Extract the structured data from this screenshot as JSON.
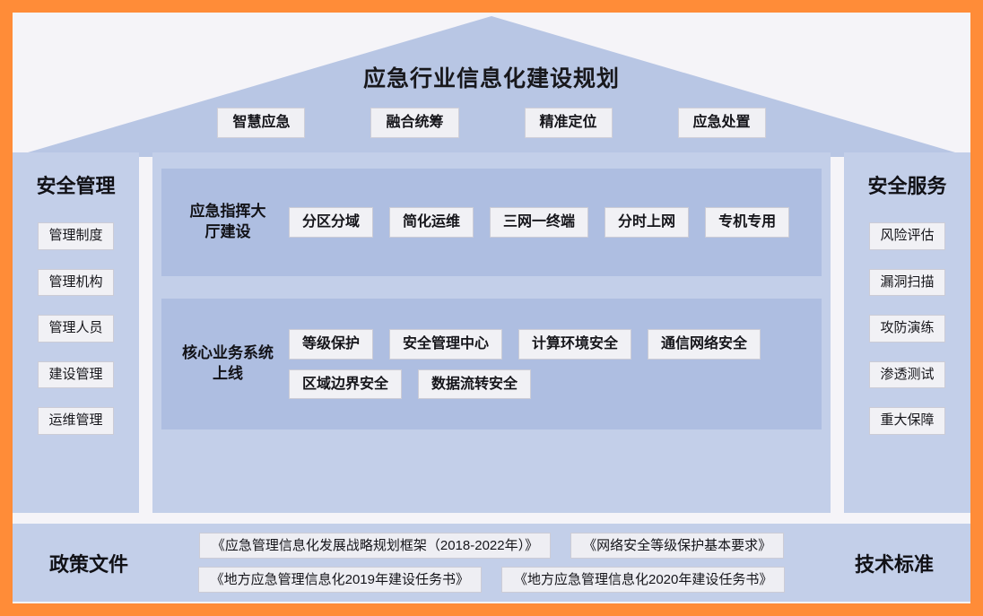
{
  "colors": {
    "frame_border": "#ff8c38",
    "canvas_bg": "#f5f4f8",
    "panel_blue": "#c3cfe9",
    "band_blue": "#aebee1",
    "roof_blue": "#b8c6e4",
    "chip_bg": "#f1f1f5",
    "chip_border": "#ccccd6",
    "text_dark": "#15151a"
  },
  "roof": {
    "title": "应急行业信息化建设规划",
    "tags": [
      "智慧应急",
      "融合统筹",
      "精准定位",
      "应急处置"
    ]
  },
  "left_pillar": {
    "title": "安全管理",
    "items": [
      "管理制度",
      "管理机构",
      "管理人员",
      "建设管理",
      "运维管理"
    ]
  },
  "right_pillar": {
    "title": "安全服务",
    "items": [
      "风险评估",
      "漏洞扫描",
      "攻防演练",
      "渗透测试",
      "重大保障"
    ]
  },
  "center": {
    "bands": [
      {
        "label": "应急指挥大厅建设",
        "label_lines": [
          "应急指挥大",
          "厅建设"
        ],
        "tags": [
          "分区分域",
          "简化运维",
          "三网一终端",
          "分时上网",
          "专机专用"
        ]
      },
      {
        "label": "核心业务系统上线",
        "label_lines": [
          "核心业务系统",
          "上线"
        ],
        "tags": [
          "等级保护",
          "安全管理中心",
          "计算环境安全",
          "通信网络安全",
          "区域边界安全",
          "数据流转安全"
        ]
      }
    ]
  },
  "footer": {
    "left_label": "政策文件",
    "right_label": "技术标准",
    "doc_rows": [
      [
        "《应急管理信息化发展战略规划框架（2018-2022年）》",
        "《网络安全等级保护基本要求》"
      ],
      [
        "《地方应急管理信息化2019年建设任务书》",
        "《地方应急管理信息化2020年建设任务书》"
      ]
    ]
  }
}
